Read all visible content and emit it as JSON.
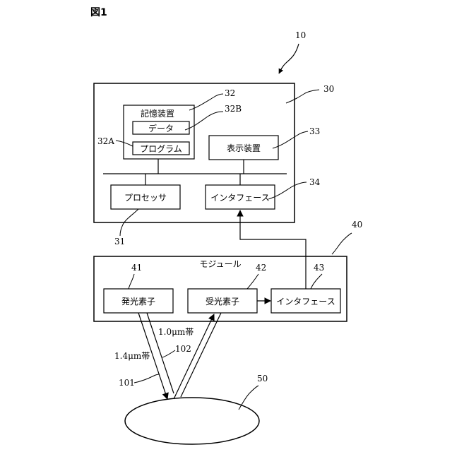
{
  "figure_label": "図1",
  "system": {
    "ref": "10",
    "computer": {
      "ref": "30",
      "storage": {
        "label": "記憶装置",
        "ref": "32"
      },
      "data": {
        "label": "データ",
        "ref": "32B"
      },
      "program": {
        "label": "プログラム",
        "ref": "32A"
      },
      "display": {
        "label": "表示装置",
        "ref": "33"
      },
      "processor": {
        "label": "プロセッサ",
        "ref": "31"
      },
      "interface": {
        "label": "インタフェース",
        "ref": "34"
      }
    },
    "module": {
      "label": "モジュール",
      "ref": "40",
      "emitter": {
        "label": "発光素子",
        "ref": "41"
      },
      "receiver": {
        "label": "受光素子",
        "ref": "42"
      },
      "interface": {
        "label": "インタフェース",
        "ref": "43"
      }
    },
    "light_emitted": {
      "label": "1.4μm帯",
      "ref": "101"
    },
    "light_reflected": {
      "label": "1.0μm帯",
      "ref": "102"
    },
    "target": {
      "ref": "50"
    }
  }
}
